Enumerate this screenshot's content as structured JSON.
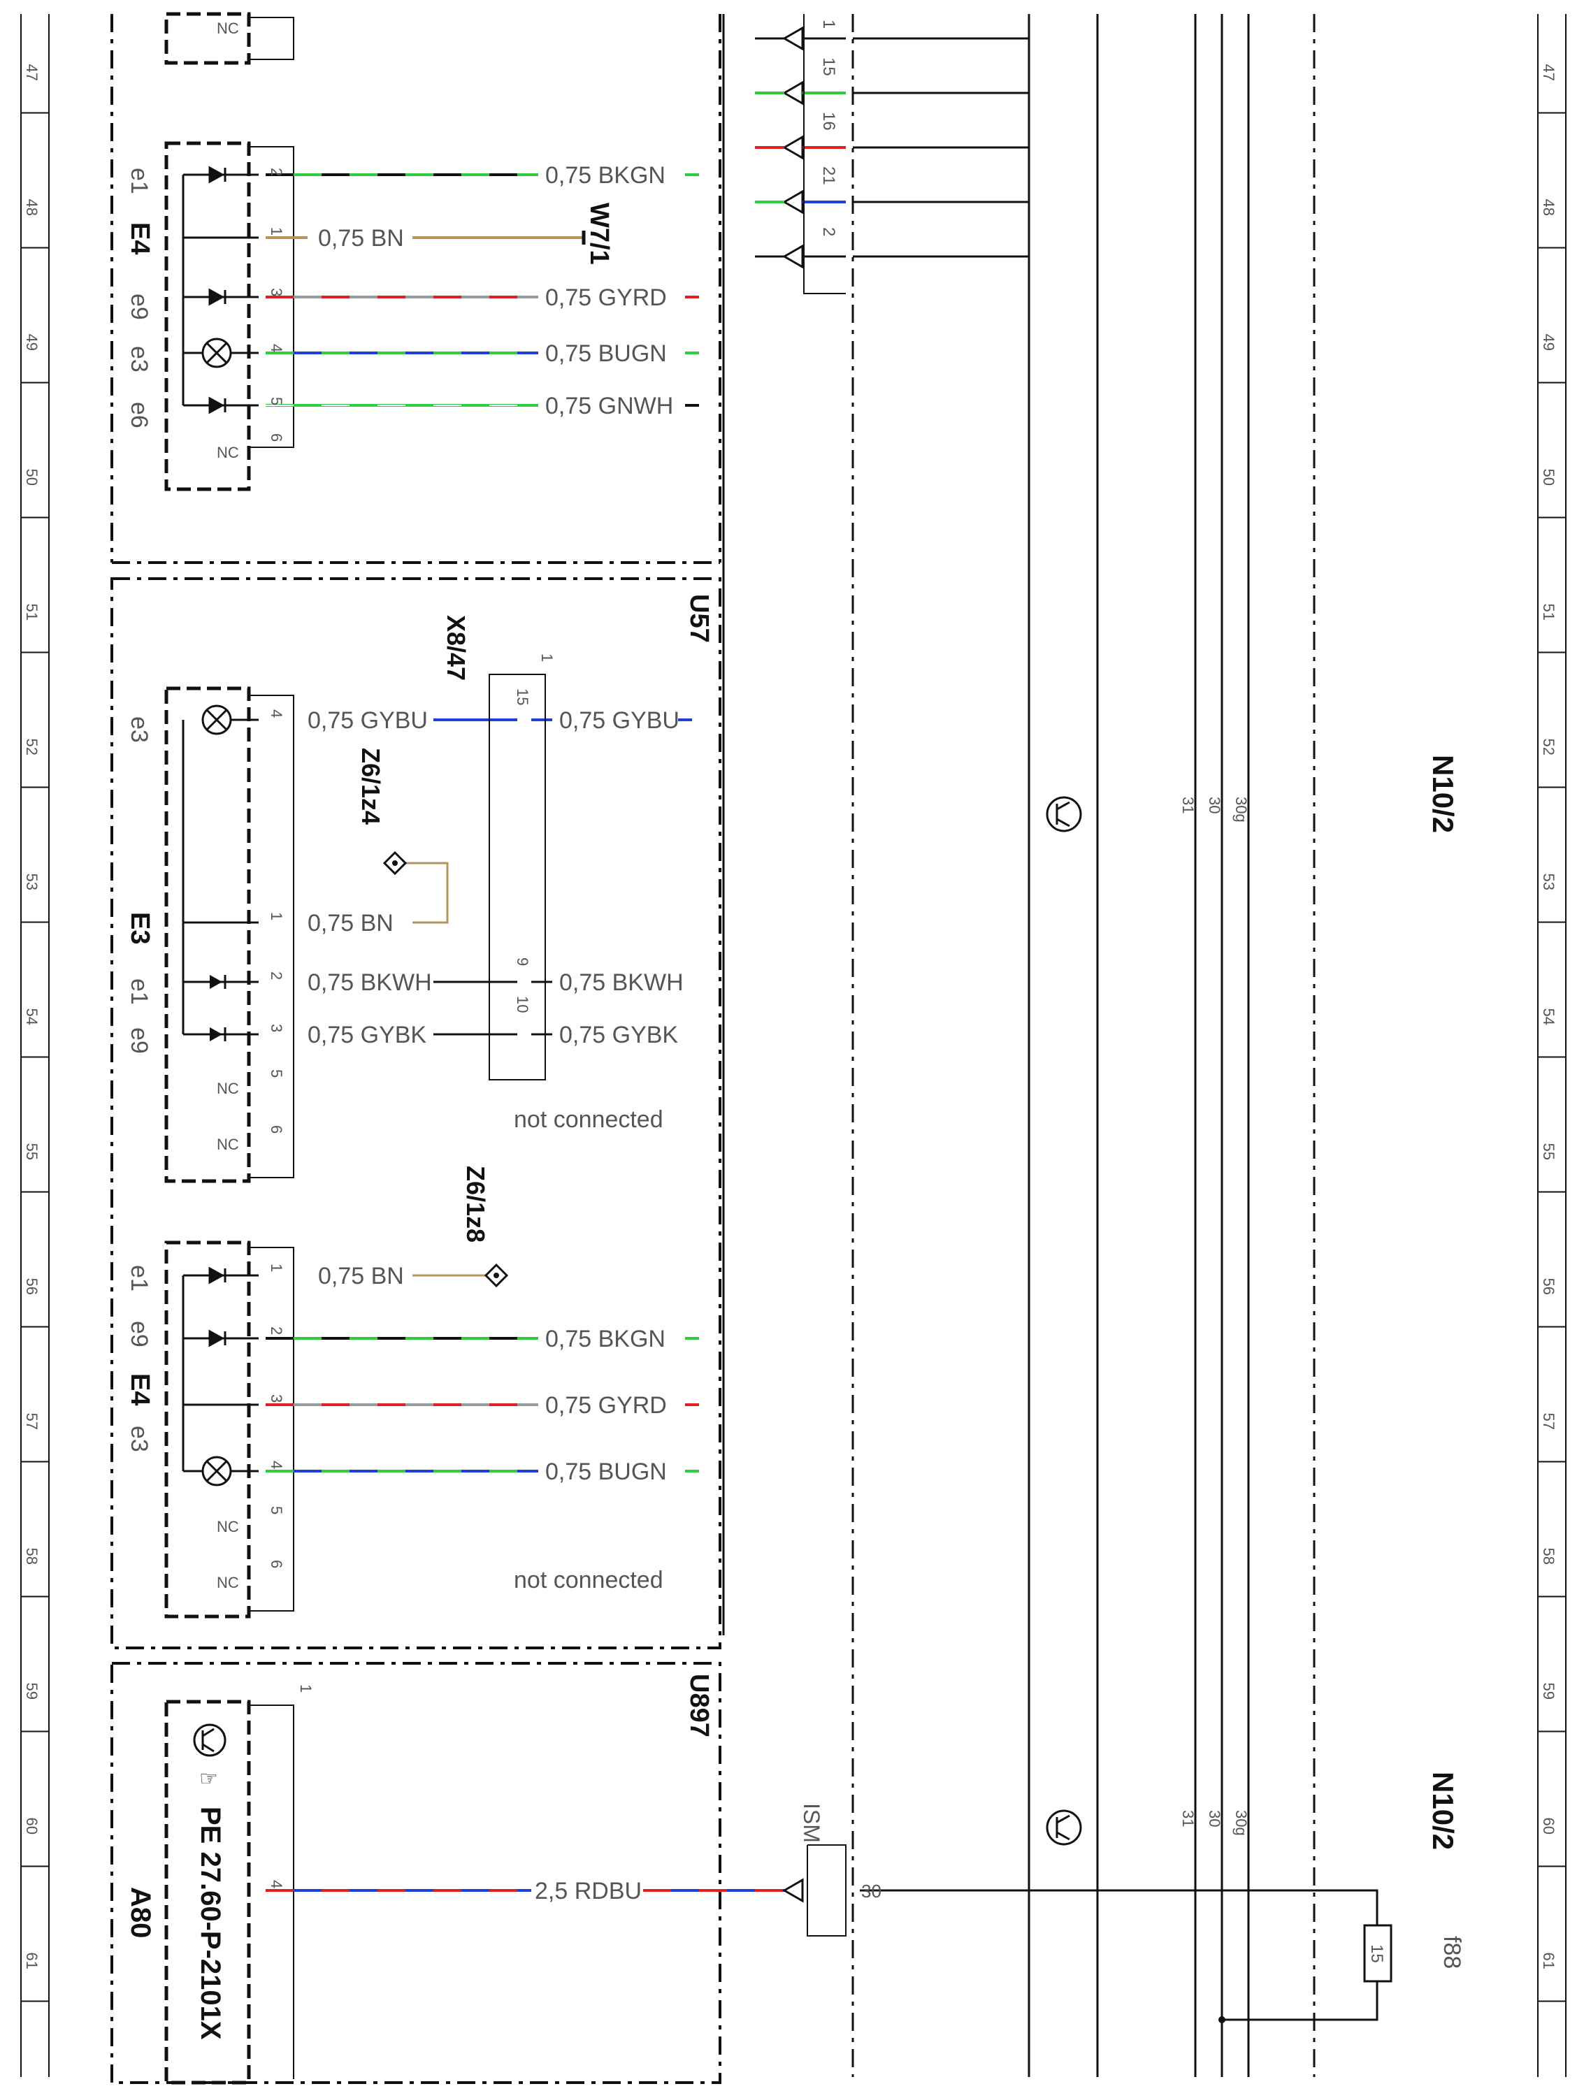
{
  "ruler": {
    "numbers": [
      "47",
      "48",
      "49",
      "50",
      "51",
      "52",
      "53",
      "54",
      "55",
      "56",
      "57",
      "58",
      "59",
      "60",
      "61"
    ]
  },
  "colors": {
    "BK": "#111111",
    "GN": "#2ecc40",
    "BN": "#b5945e",
    "GY": "#9a9a9a",
    "RD": "#e02020",
    "BU": "#1f3fd6",
    "WH": "#ffffff"
  },
  "connector_right": {
    "pins": [
      "1",
      "15",
      "16",
      "21",
      "2"
    ],
    "ism_label": "ISM",
    "ism_pin": "30"
  },
  "block_top": {
    "component": "E4",
    "elements": "e1",
    "elements2": "e9",
    "elements3": "e3",
    "elements4": "e6",
    "nc": "NC",
    "pins": [
      "2",
      "1",
      "3",
      "4",
      "5",
      "6"
    ],
    "wire_labels": [
      "0,75 BKGN",
      "0,75 BN",
      "0,75 GYRD",
      "0,75 BUGN",
      "0,75 GNWH"
    ],
    "ground_ref": "W7/1"
  },
  "block_u57": {
    "id": "U57",
    "component": "E3",
    "e3": "e3",
    "e1": "e1",
    "e9": "e9",
    "nc": "NC",
    "pins": [
      "4",
      "1",
      "2",
      "3",
      "5",
      "6"
    ],
    "wire_labels": [
      "0,75 GYBU",
      "0,75 BN",
      "0,75 BKWH",
      "0,75 GYBK"
    ],
    "wire_labels_out": [
      "0,75 GYBU",
      "0,75 BKWH",
      "0,75 GYBK"
    ],
    "connector": "X8/47",
    "connector_num": "1",
    "connector_pins": [
      "15",
      "9",
      "10"
    ],
    "splice": "Z6/1z4",
    "not_connected": "not connected"
  },
  "block_bottom": {
    "component": "E4",
    "e1": "e1",
    "e9": "e9",
    "e3": "e3",
    "nc": "NC",
    "pins": [
      "1",
      "2",
      "3",
      "4",
      "5",
      "6"
    ],
    "wire_labels": [
      "0,75 BN",
      "0,75 BKGN",
      "0,75 GYRD",
      "0,75 BUGN"
    ],
    "splice": "Z6/1z8",
    "not_connected": "not connected"
  },
  "block_u897": {
    "id": "U897",
    "component": "A80",
    "reference": "PE 27.60-P-2101X",
    "pin": "4",
    "connector_num": "1",
    "wire_label": "2,5 RDBU"
  },
  "module": {
    "name_1": "N10/2",
    "name_2": "N10/2",
    "terminals": [
      "31",
      "30",
      "30g"
    ],
    "fuse_label": "f88",
    "fuse_value": "15"
  }
}
